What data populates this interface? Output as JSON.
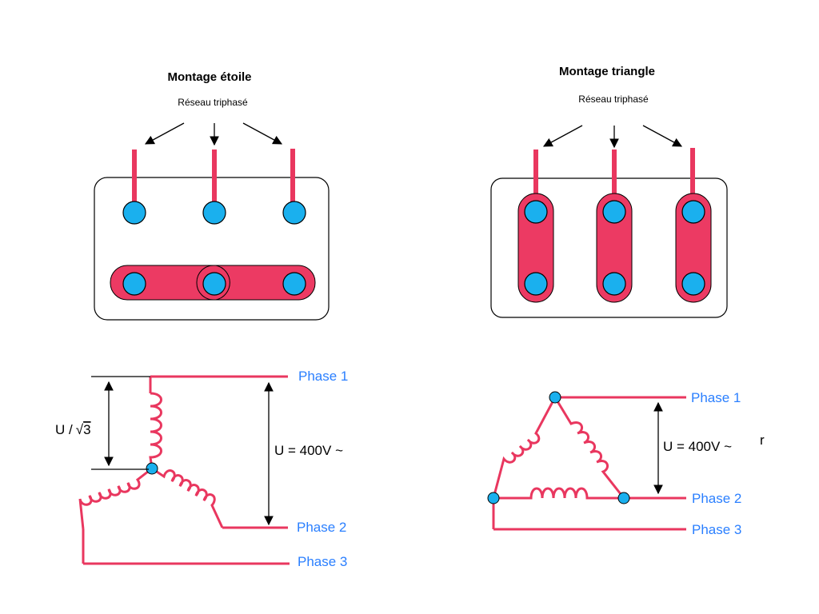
{
  "star": {
    "title": "Montage étoile",
    "network": "Réseau triphasé",
    "phase_voltage_prefix": "U /",
    "phase_voltage_root": "3",
    "line_voltage": "U = 400V ~",
    "phases": [
      "Phase 1",
      "Phase 2",
      "Phase 3"
    ]
  },
  "delta": {
    "title": "Montage triangle",
    "network": "Réseau triphasé",
    "line_voltage": "U = 400V ~",
    "stray_mark": "r",
    "phases": [
      "Phase 1",
      "Phase 2",
      "Phase 3"
    ]
  },
  "colors": {
    "conductor": "#e9375f",
    "terminal": "#1ab0ee",
    "phase_label": "#2a7fff"
  }
}
